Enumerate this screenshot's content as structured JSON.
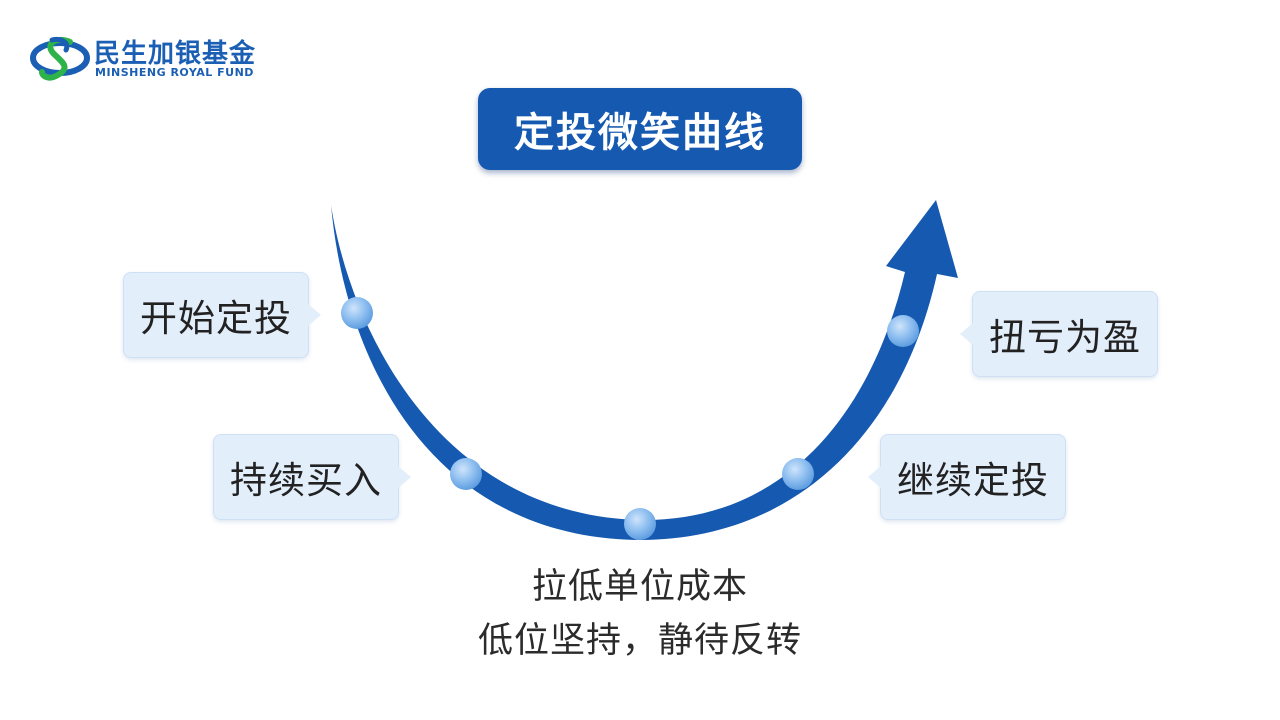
{
  "logo": {
    "name_cn": "民生加银基金",
    "name_en": "MINSHENG ROYAL FUND",
    "icon": "minsheng-logo-icon"
  },
  "title": "定投微笑曲线",
  "labels": {
    "start": "开始定投",
    "keep_buying": "持续买入",
    "continue": "继续定投",
    "profit": "扭亏为盈"
  },
  "bottom_text": {
    "line1": "拉低单位成本",
    "line2": "低位坚持，静待反转"
  },
  "colors": {
    "curve": "#1559b0",
    "title_bg": "#1559b0",
    "bubble_bg": "#e3eefb",
    "dot": "#8fbff0"
  }
}
